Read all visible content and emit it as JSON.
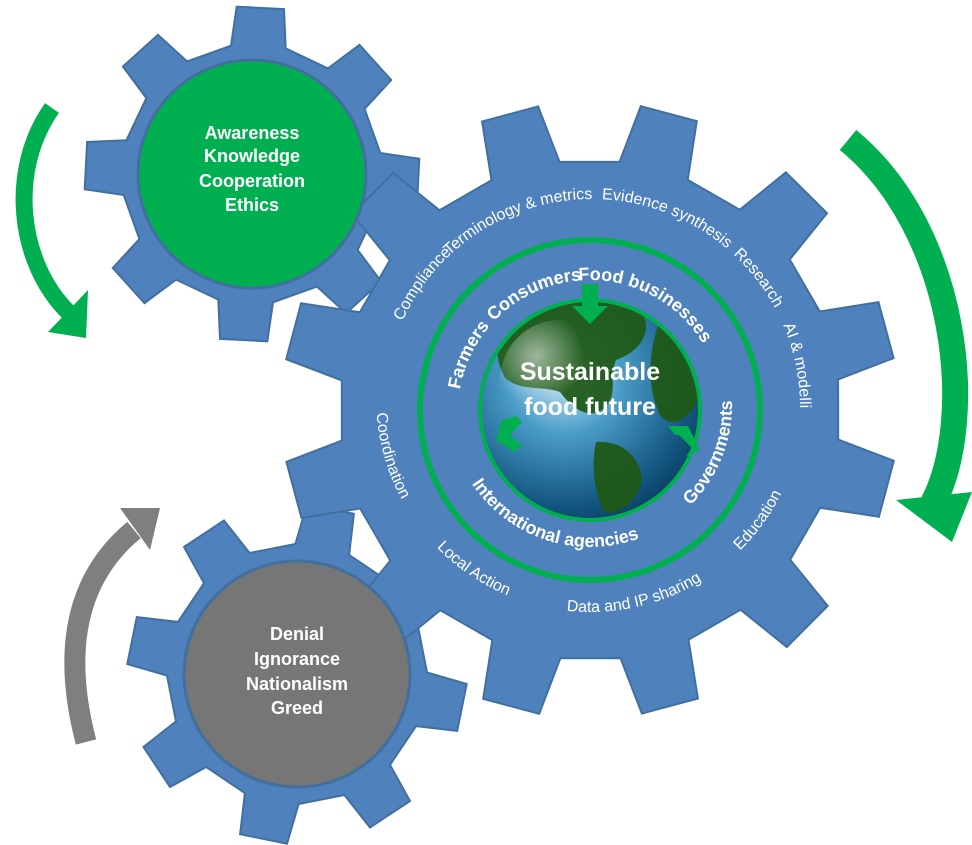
{
  "colors": {
    "gear_blue": "#4f81bd",
    "gear_edge": "#41709f",
    "green": "#00b050",
    "dark_grey": "#767676",
    "arrow_grey": "#7f7f7f",
    "white": "#ffffff"
  },
  "positive_gear": {
    "lines": [
      "Awareness",
      "Knowledge",
      "Cooperation",
      "Ethics"
    ]
  },
  "negative_gear": {
    "lines": [
      "Denial",
      "Ignorance",
      "Nationalism",
      "Greed"
    ]
  },
  "main_gear": {
    "center_lines": [
      "Sustainable",
      "food future"
    ],
    "outer_ring": [
      "Terminology & metrics",
      "Evidence synthesis",
      "Research",
      "AI & modelling",
      "Education",
      "Data and IP sharing",
      "Local Action",
      "Coordination",
      "Compliance"
    ],
    "inner_ring": [
      "Consumers",
      "Food businesses",
      "Governments",
      "International agencies",
      "Farmers"
    ]
  },
  "icons": {
    "globe": "globe-icon",
    "rotation_arrows": [
      "curved-arrow-down-left",
      "curved-arrow-down-right",
      "curved-arrow-up"
    ],
    "inward_arrows": [
      "arrow-down",
      "arrow-up-left",
      "arrow-up-right"
    ]
  }
}
